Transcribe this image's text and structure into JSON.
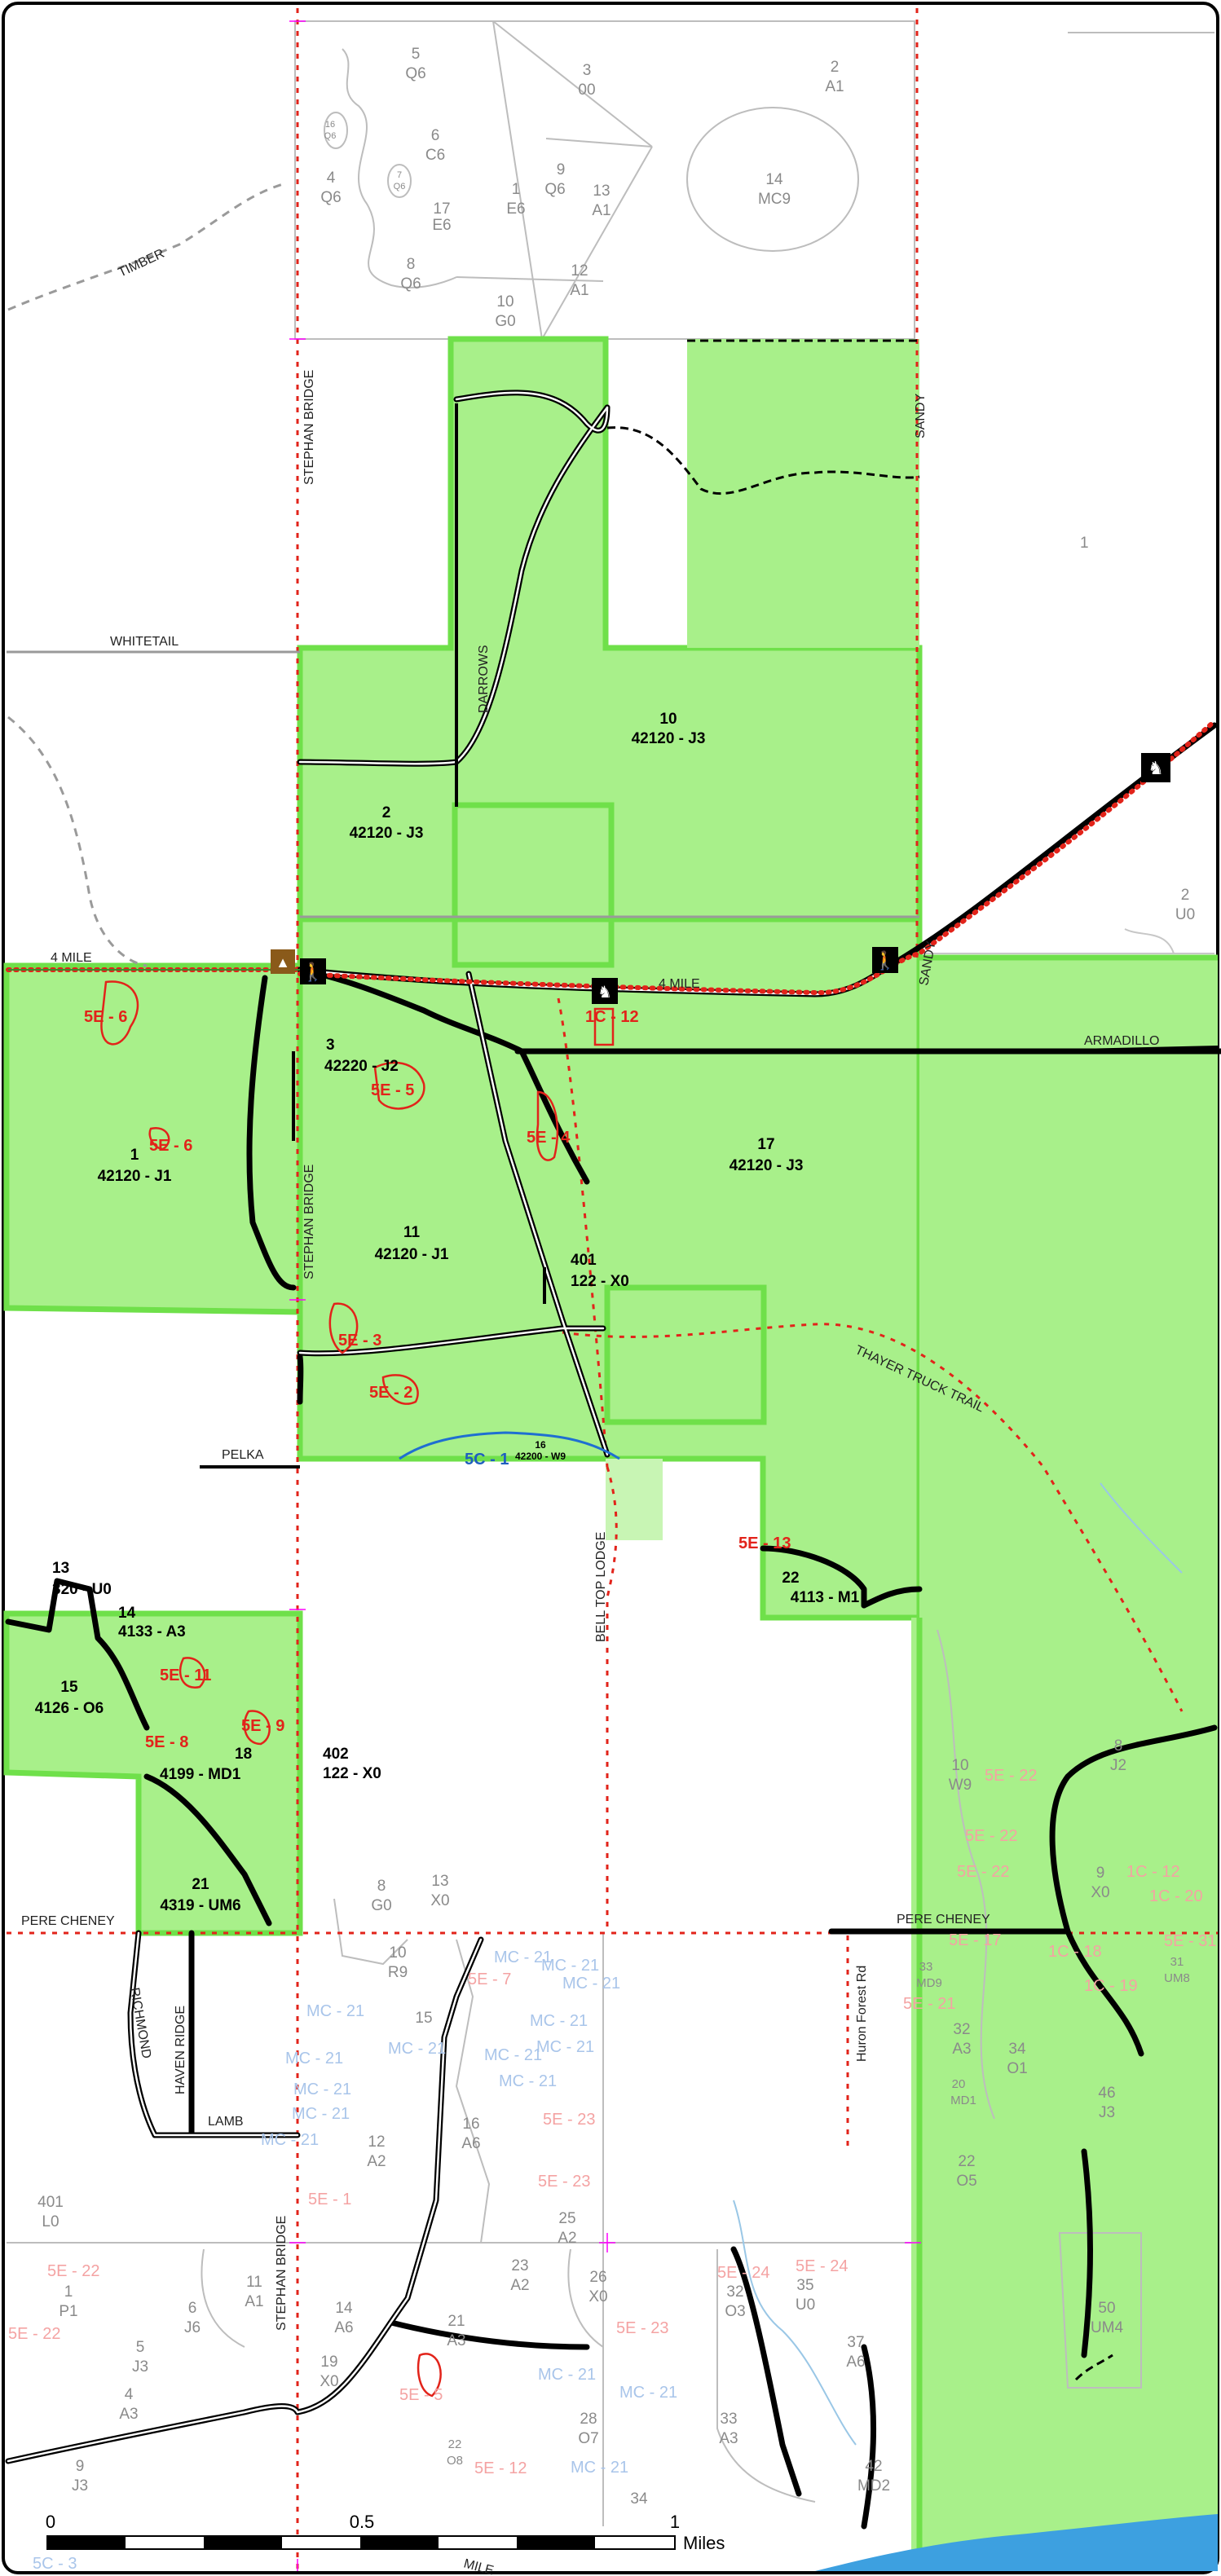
{
  "colors": {
    "compartment_fill": "#a8f08a",
    "compartment_border": "#6fe04a",
    "red_label": "#e2231a",
    "pink_label": "#f4a3a3",
    "blue_label": "#a9c5ea",
    "stand_line": "#bdbdbd",
    "water": "#3da0e0"
  },
  "roads": {
    "stephan_bridge": "STEPHAN BRIDGE",
    "sandy": "SANDY",
    "timber": "TIMBER",
    "whitetail": "WHITETAIL",
    "darrows": "DARROWS",
    "four_mile": "4 MILE",
    "armadillo": "ARMADILLO",
    "thayer": "THAYER TRUCK TRAIL",
    "pelka": "PELKA",
    "bell_top": "BELL TOP LODGE",
    "pere_cheney": "PERE CHENEY",
    "richmond": "RICHMOND",
    "haven_ridge": "HAVEN RIDGE",
    "lamb": "LAMB",
    "huron_forest": "Huron Forest Rd",
    "mile_bottom": "MILE"
  },
  "stands_top": [
    {
      "n": "5",
      "c": "Q6"
    },
    {
      "n": "3",
      "c": "00"
    },
    {
      "n": "2",
      "c": "A1"
    },
    {
      "n": "6",
      "c": "C6"
    },
    {
      "n": "4",
      "c": "Q6"
    },
    {
      "n": "1",
      "c": "E6"
    },
    {
      "n": "9",
      "c": "Q6"
    },
    {
      "n": "13",
      "c": "A1"
    },
    {
      "n": "14",
      "c": "MC9"
    },
    {
      "n": "17",
      "c": "E6"
    },
    {
      "n": "8",
      "c": "Q6"
    },
    {
      "n": "12",
      "c": "A1"
    },
    {
      "n": "10",
      "c": "G0"
    },
    {
      "n": "16",
      "c": "Q6"
    },
    {
      "n": "7",
      "c": "Q6"
    }
  ],
  "stands_main": [
    {
      "n": "10",
      "c": "42120 - J3"
    },
    {
      "n": "2",
      "c": "42120 - J3"
    },
    {
      "n": "3",
      "c": "42220 - J2"
    },
    {
      "n": "1",
      "c": "42120 - J1"
    },
    {
      "n": "11",
      "c": "42120 - J1"
    },
    {
      "n": "17",
      "c": "42120 - J3"
    },
    {
      "n": "401",
      "c": "122 - X0"
    },
    {
      "n": "22",
      "c": "4113 - M1"
    },
    {
      "n": "13",
      "c": "320 - U0"
    },
    {
      "n": "14",
      "c": "4133 - A3"
    },
    {
      "n": "15",
      "c": "4126 - O6"
    },
    {
      "n": "18",
      "c": "4199 - MD1"
    },
    {
      "n": "402",
      "c": "122 - X0"
    },
    {
      "n": "21",
      "c": "4319 - UM6"
    }
  ],
  "stand_16_pelka": {
    "n": "16",
    "c": "42200 - W9"
  },
  "stand_1_right": "1",
  "stand_2_right": {
    "n": "2",
    "c": "U0"
  },
  "treatments_red": [
    "5E - 6",
    "1C - 12",
    "5E - 5",
    "5E - 6",
    "5E - 4",
    "5E - 3",
    "5E - 2",
    "5E - 13",
    "5E - 11",
    "5E - 8",
    "5E - 9"
  ],
  "treatment_blue": "5C - 1",
  "stands_bottom_gray": [
    {
      "n": "8",
      "c": "G0"
    },
    {
      "n": "13",
      "c": "X0"
    },
    {
      "n": "10",
      "c": "R9"
    },
    {
      "n": "15",
      "c": ""
    },
    {
      "n": "16",
      "c": "A6"
    },
    {
      "n": "12",
      "c": "A2"
    },
    {
      "n": "401",
      "c": "L0"
    },
    {
      "n": "1",
      "c": "P1"
    },
    {
      "n": "6",
      "c": "J6"
    },
    {
      "n": "11",
      "c": "A1"
    },
    {
      "n": "5",
      "c": "J3"
    },
    {
      "n": "14",
      "c": "A6"
    },
    {
      "n": "4",
      "c": "A3"
    },
    {
      "n": "19",
      "c": "X0"
    },
    {
      "n": "21",
      "c": "A3"
    },
    {
      "n": "23",
      "c": "A2"
    },
    {
      "n": "25",
      "c": "A2"
    },
    {
      "n": "26",
      "c": "X0"
    },
    {
      "n": "32",
      "c": "O3"
    },
    {
      "n": "35",
      "c": "U0"
    },
    {
      "n": "37",
      "c": "A6"
    },
    {
      "n": "33",
      "c": "A3"
    },
    {
      "n": "28",
      "c": "O7"
    },
    {
      "n": "22",
      "c": "O8"
    },
    {
      "n": "9",
      "c": "J3"
    },
    {
      "n": "34",
      "c": ""
    },
    {
      "n": "42",
      "c": "MD2"
    },
    {
      "n": "10",
      "c": "W9"
    },
    {
      "n": "8",
      "c": "J2"
    },
    {
      "n": "9",
      "c": "X0"
    },
    {
      "n": "33",
      "c": "MD9"
    },
    {
      "n": "31",
      "c": "UM8"
    },
    {
      "n": "32",
      "c": "A3"
    },
    {
      "n": "34",
      "c": "O1"
    },
    {
      "n": "20",
      "c": "MD1"
    },
    {
      "n": "46",
      "c": "J3"
    },
    {
      "n": "22",
      "c": "O5"
    },
    {
      "n": "50",
      "c": "UM4"
    }
  ],
  "treatments_pink": [
    "5E - 22",
    "5E - 22",
    "5E - 22",
    "1C - 12",
    "1C - 20",
    "5E - 17",
    "1C - 18",
    "5E - 31",
    "5E - 21",
    "1C - 19",
    "5E - 7",
    "5E - 23",
    "5E - 23",
    "5E - 1",
    "5E - 22",
    "5E - 22",
    "5E - 24",
    "5E - 24",
    "5E - 23",
    "5E - 5",
    "5E - 12"
  ],
  "treatments_blue_bottom": [
    "MC - 21",
    "MC - 21",
    "MC - 21",
    "MC - 21",
    "MC - 21",
    "MC - 21",
    "MC - 21",
    "MC - 21",
    "MC - 21",
    "MC - 21",
    "MC - 21",
    "MC - 21",
    "MC - 21",
    "MC - 21",
    "MC - 21",
    "MC - 21"
  ],
  "bottom_left_blue": "5C - 3",
  "scale": {
    "t0": "0",
    "t1": "0.5",
    "t2": "1",
    "unit": "Miles"
  }
}
